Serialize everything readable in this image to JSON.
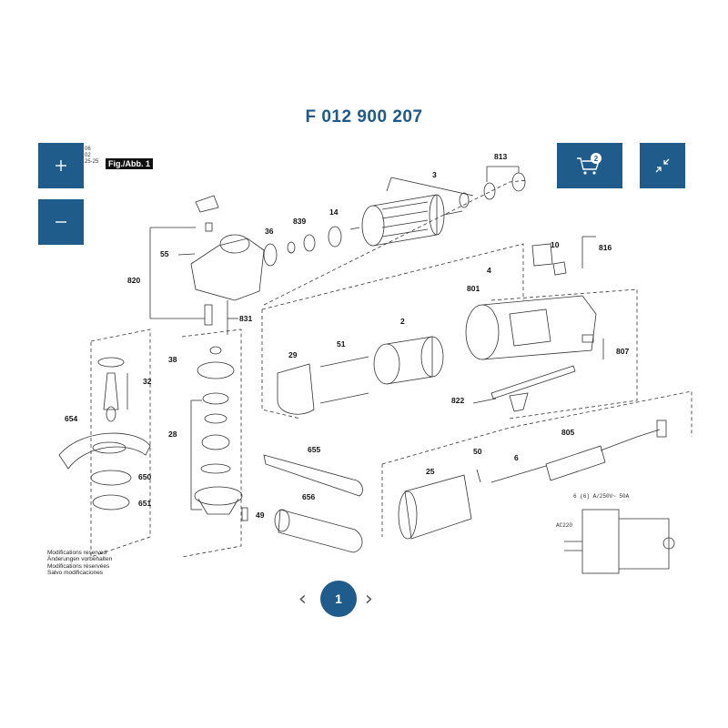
{
  "document": {
    "title": "F 012 900 207",
    "figure_label": "Fig./Abb. 1",
    "side_note": [
      "06",
      "02",
      "25-25"
    ],
    "notes": [
      "Modifications reserved",
      "Änderungen vorbehalten",
      "Modifications réservées",
      "Salvo modificaciones"
    ]
  },
  "toolbar": {
    "zoom_in_icon": "plus-icon",
    "zoom_out_icon": "minus-icon",
    "cart_icon": "cart-icon",
    "cart_count": "2",
    "collapse_icon": "collapse-arrows-icon"
  },
  "pagination": {
    "prev": "‹",
    "current": "1",
    "next": "›"
  },
  "schematic": {
    "label": "6 (6) A/250V~ 50A",
    "ac_label": "AC220"
  },
  "callouts": {
    "p3": "3",
    "p813": "813",
    "p36": "36",
    "p839": "839",
    "p14": "14",
    "p55": "55",
    "p820": "820",
    "p831": "831",
    "p10": "10",
    "p816": "816",
    "p4": "4",
    "p801": "801",
    "p2": "2",
    "p29": "29",
    "p51": "51",
    "p807": "807",
    "p38": "38",
    "p32": "32",
    "p822": "822",
    "p654": "654",
    "p28": "28",
    "p805": "805",
    "p655": "655",
    "p50": "50",
    "p6": "6",
    "p650": "650",
    "p25": "25",
    "p651": "651",
    "p656": "656",
    "p49": "49"
  },
  "colors": {
    "accent": "#1f5c8c",
    "title": "#1f5a88"
  }
}
